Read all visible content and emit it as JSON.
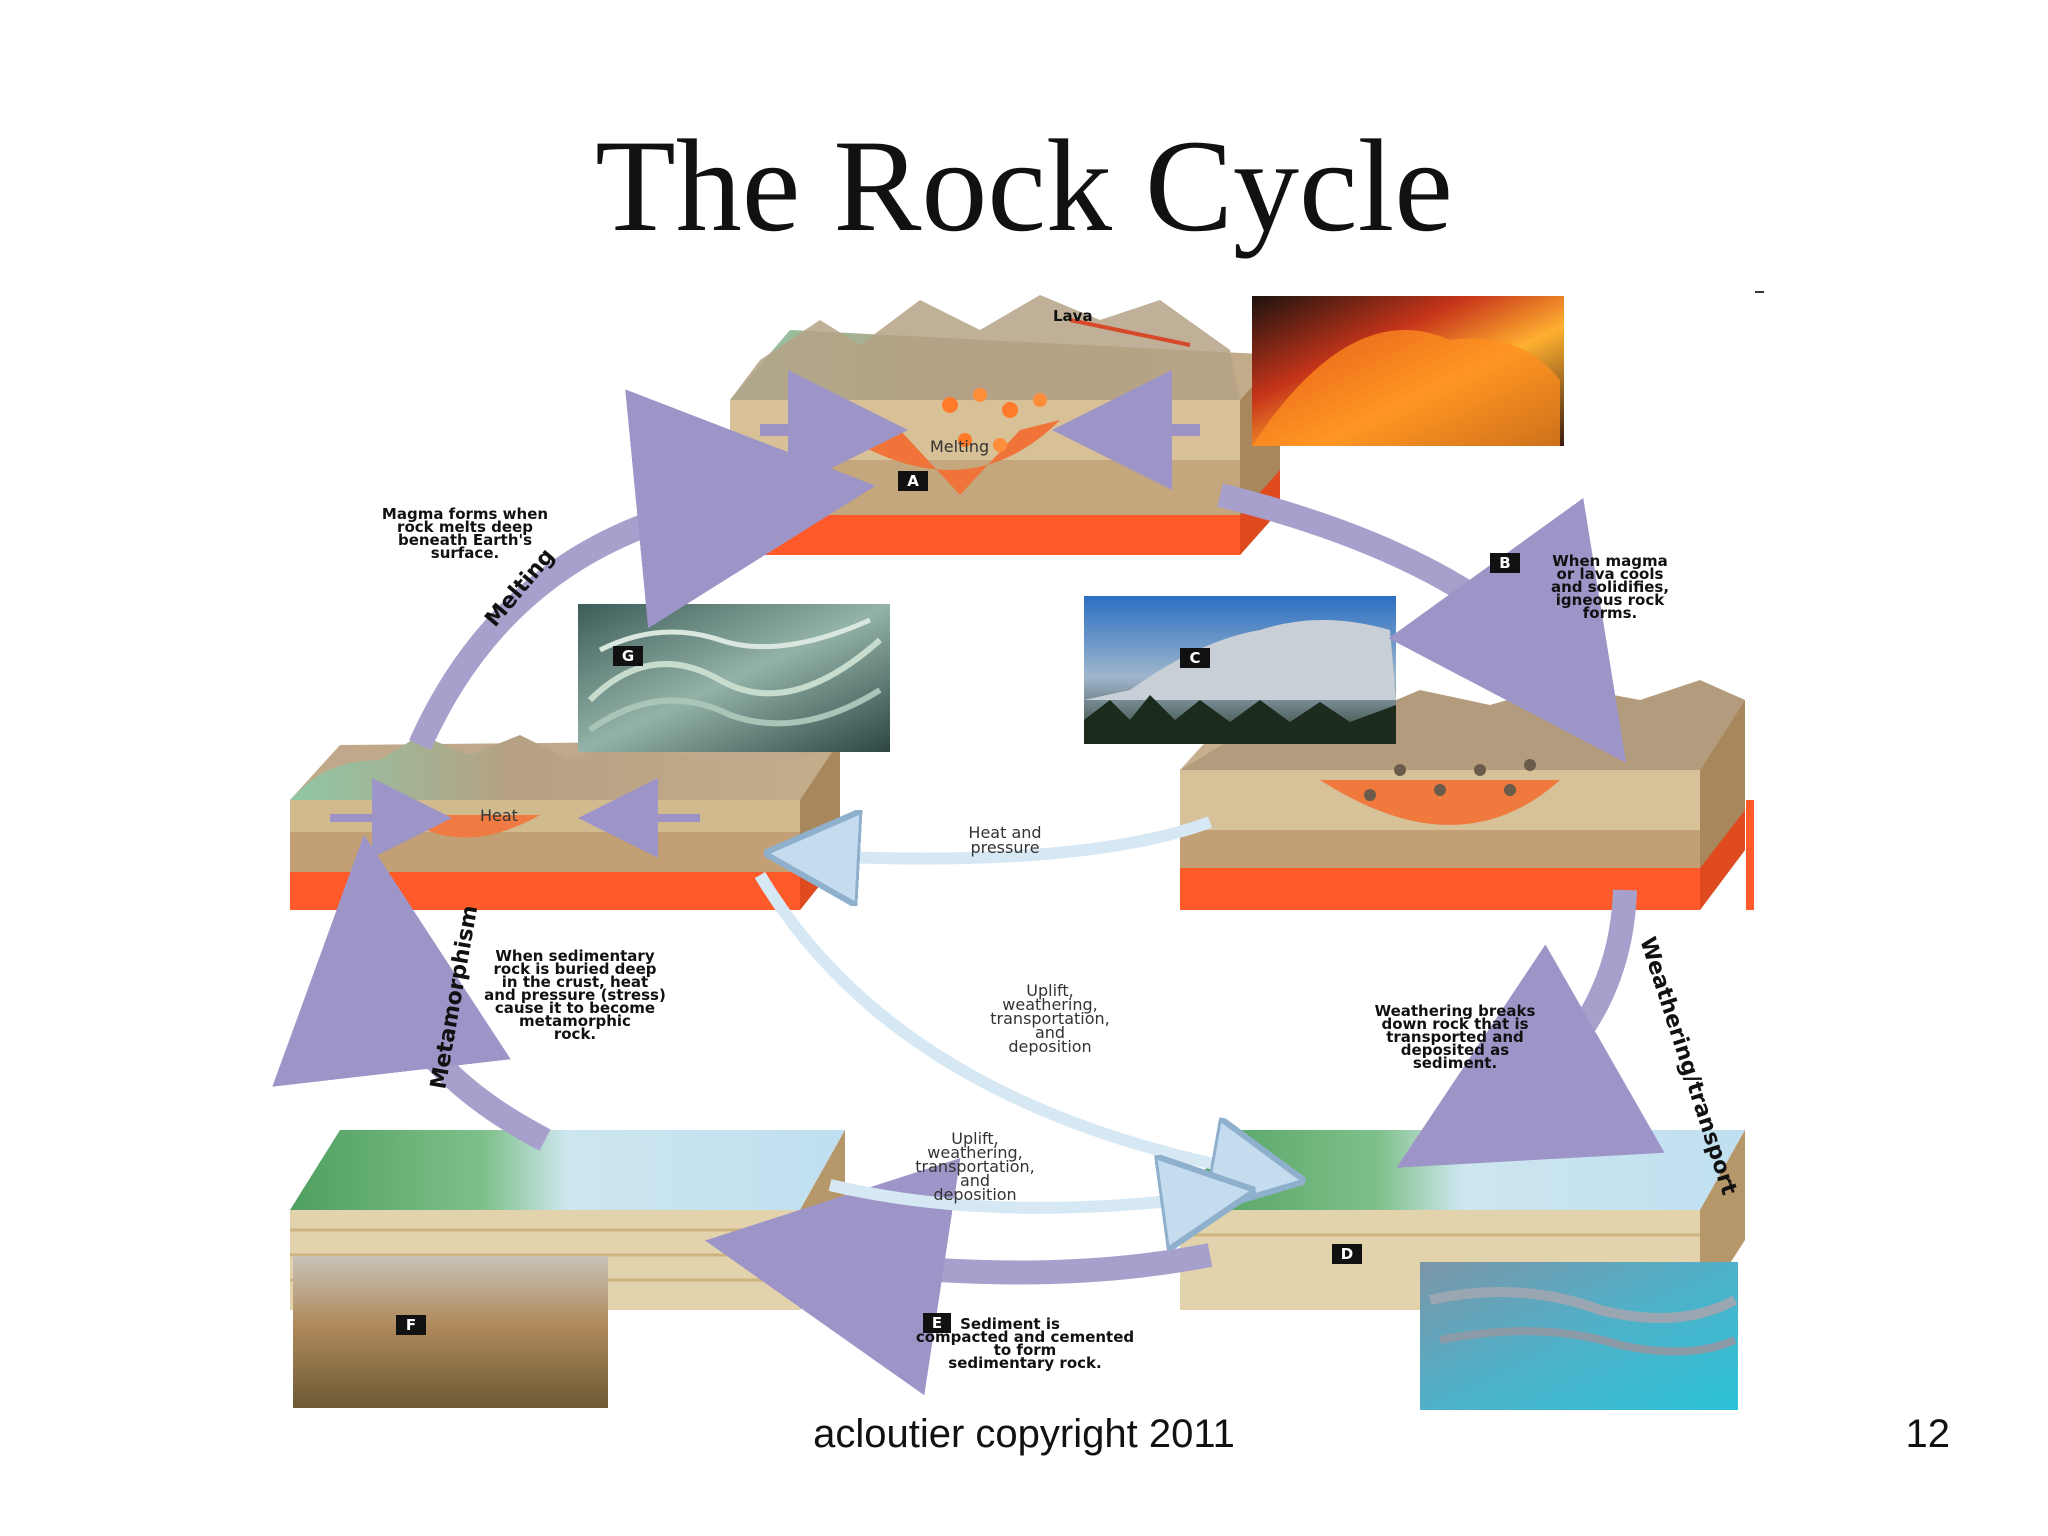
{
  "title": "The Rock Cycle",
  "footer": {
    "copyright": "acloutier copyright 2011",
    "page_number": "12"
  },
  "diagram": {
    "label_lava": "Lava",
    "label_melting_small": "Melting",
    "label_heat": "Heat",
    "badges": {
      "A": "A",
      "B": "B",
      "C": "C",
      "D": "D",
      "E": "E",
      "F": "F",
      "G": "G"
    },
    "arrow_labels": {
      "melting": "Melting",
      "metamorphism": "Metamorphism",
      "weathering": "Weathering/transport"
    },
    "text_magma": [
      "Magma forms when",
      "rock melts deep",
      "beneath Earth's",
      "surface."
    ],
    "text_igneous": [
      "When magma",
      "or lava cools",
      "and solidifies,",
      "igneous rock",
      "forms."
    ],
    "text_heat_pressure": [
      "Heat and",
      "pressure"
    ],
    "text_metamorphic": [
      "When sedimentary",
      "rock is buried deep",
      "in the crust, heat",
      "and pressure (stress)",
      "cause it to become",
      "metamorphic",
      "rock."
    ],
    "text_uplift_center": [
      "Uplift,",
      "weathering,",
      "transportation,",
      "and",
      "deposition"
    ],
    "text_weathering": [
      "Weathering breaks",
      "down rock that is",
      "transported and",
      "deposited as",
      "sediment."
    ],
    "text_uplift_bottom": [
      "Uplift,",
      "weathering,",
      "transportation,",
      "and",
      "deposition"
    ],
    "text_sediment": [
      "Sediment is",
      "compacted and cemented",
      "to form",
      "sedimentary rock."
    ]
  },
  "colors": {
    "cycle_arrow": "#a79fcc",
    "inner_arrow": "#d7e8f5",
    "magma": "#ff5a2a",
    "rock": "#cdb58d"
  }
}
